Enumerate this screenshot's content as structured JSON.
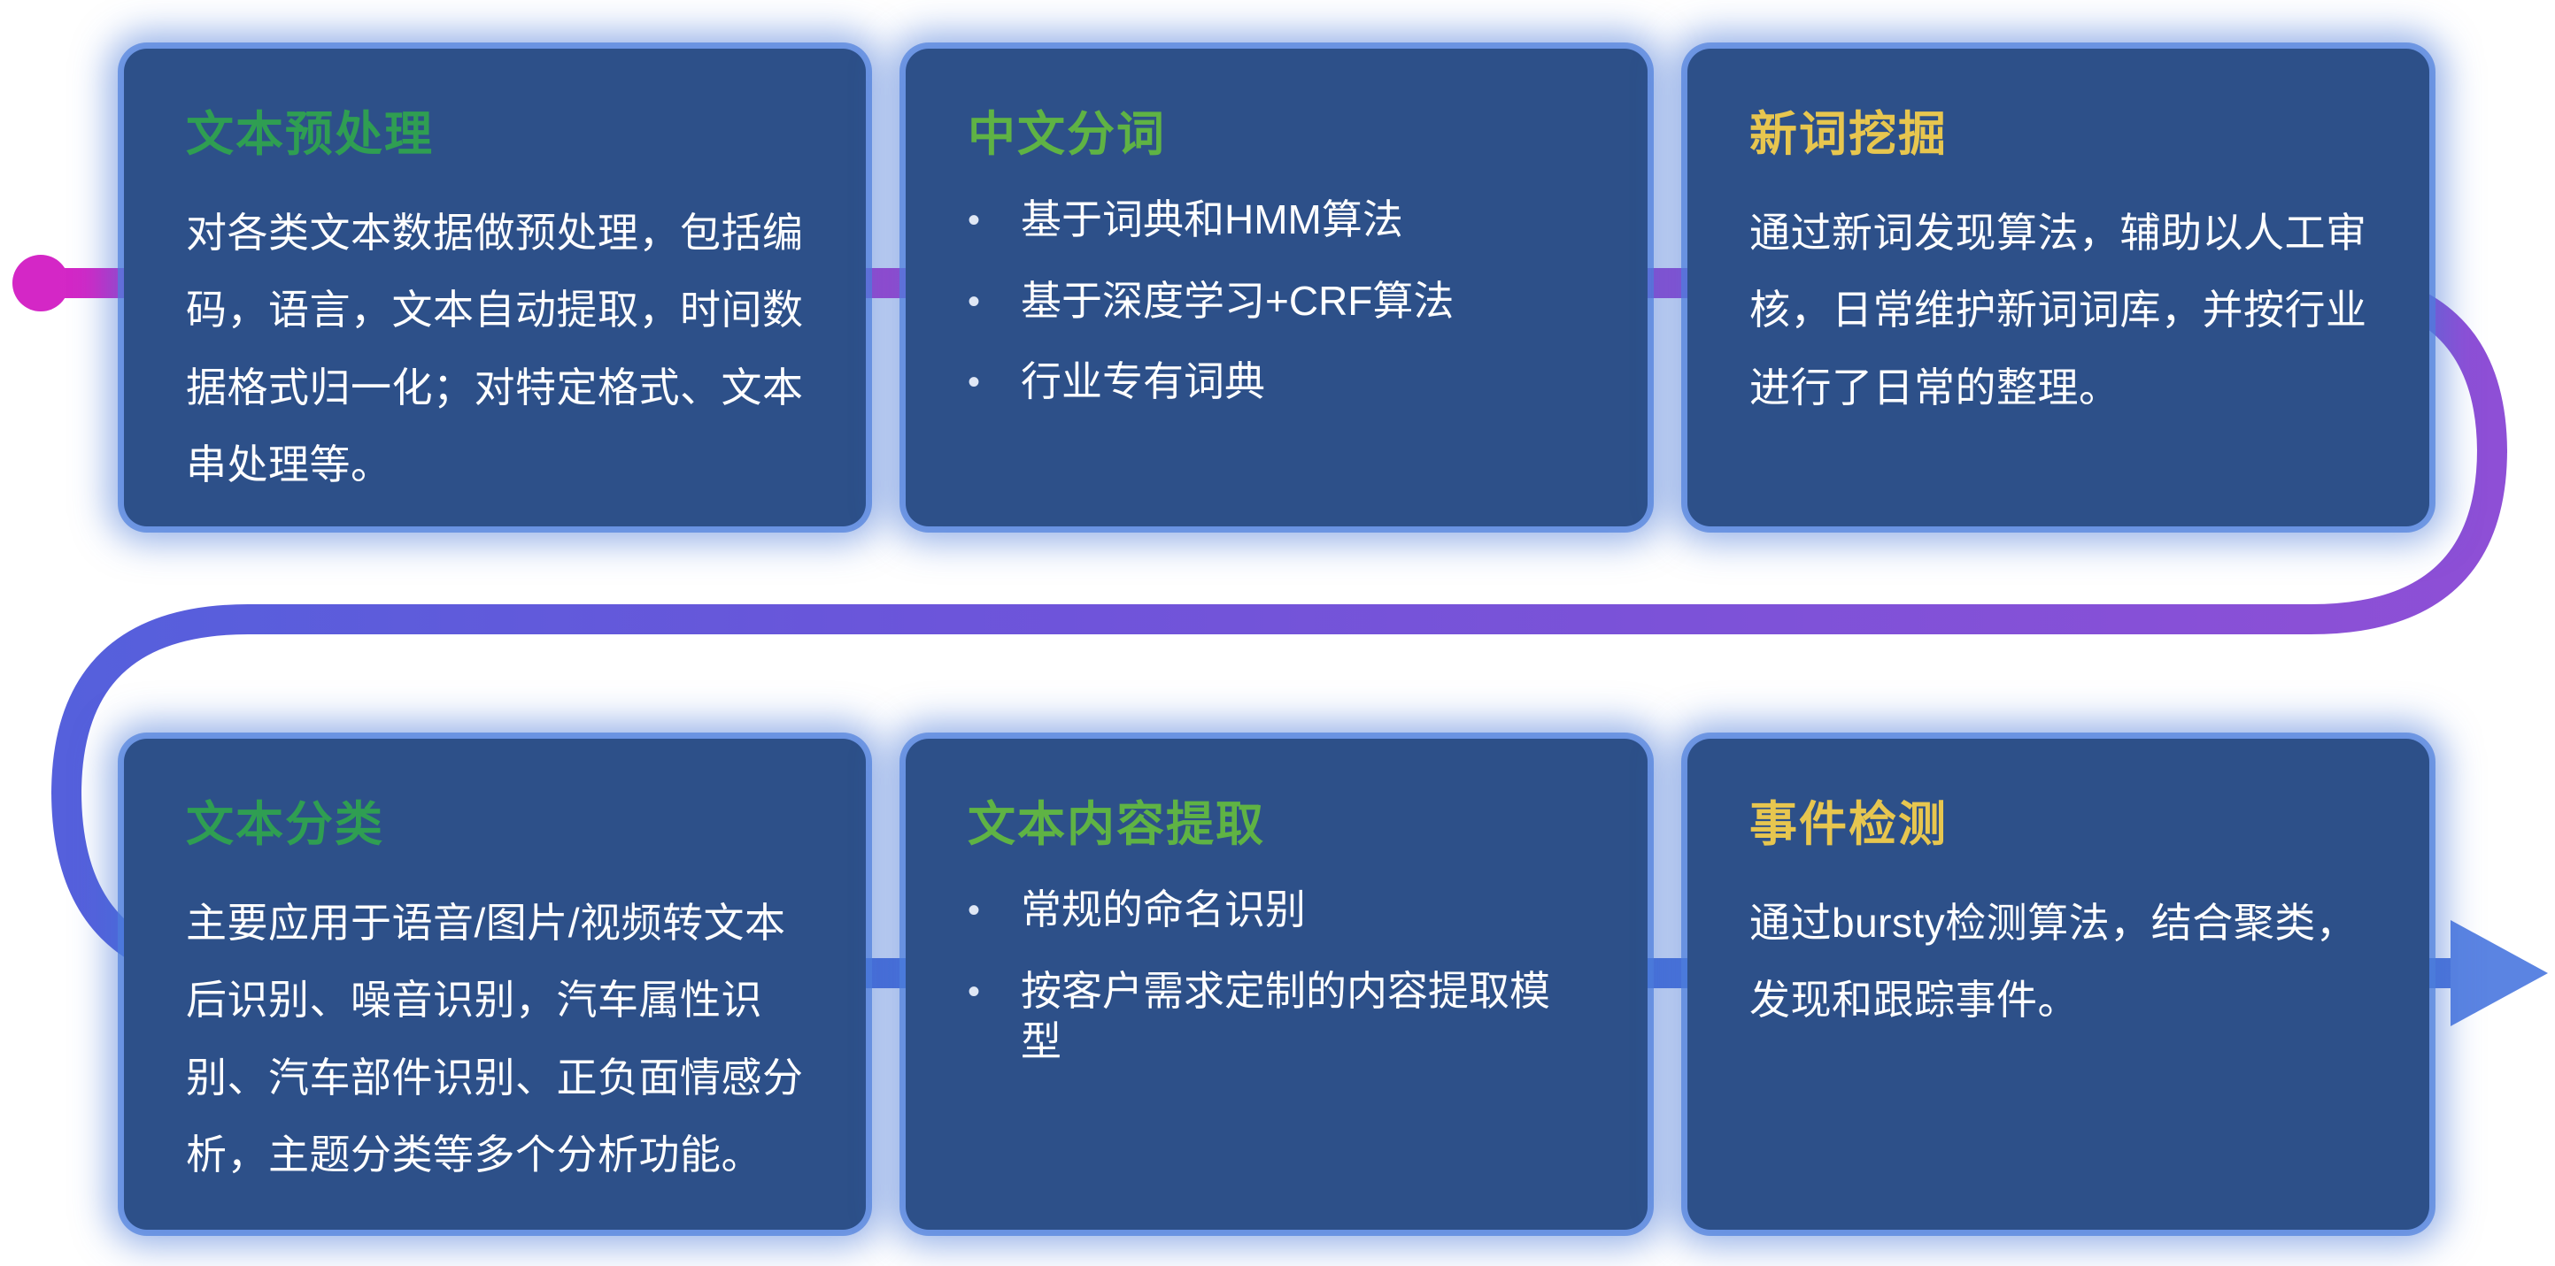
{
  "diagram_title": "NLP text processing pipeline",
  "colors": {
    "card_background": "#2d5089",
    "card_glow": "#4d7fdd",
    "line_magenta": "#d427c6",
    "line_purple": "#8e4fd6",
    "line_blue": "#4a6fd8",
    "arrow_blue": "#5b84e2",
    "body_text": "#ffffff",
    "title_green_dark": "#2f9e52",
    "title_green_bright": "#5fb344",
    "title_gold": "#e7c64f"
  },
  "cards": [
    {
      "title": "文本预处理",
      "title_color": "#2f9e52",
      "body": "对各类文本数据做预处理，包括编码，语言，文本自动提取，时间数据格式归一化；对特定格式、文本串处理等。"
    },
    {
      "title": "中文分词",
      "title_color": "#5fb344",
      "bullets": [
        "基于词典和HMM算法",
        "基于深度学习+CRF算法",
        "行业专有词典"
      ]
    },
    {
      "title": "新词挖掘",
      "title_color": "#e7c64f",
      "body": "通过新词发现算法，辅助以人工审核，日常维护新词词库，并按行业进行了日常的整理。"
    },
    {
      "title": "文本分类",
      "title_color": "#2f9e52",
      "body": "主要应用于语音/图片/视频转文本后识别、噪音识别，汽车属性识别、汽车部件识别、正负面情感分析，主题分类等多个分析功能。"
    },
    {
      "title": "文本内容提取",
      "title_color": "#5fb344",
      "bullets": [
        "常规的命名识别",
        "按客户需求定制的内容提取模型"
      ]
    },
    {
      "title": "事件检测",
      "title_color": "#e7c64f",
      "body": "通过bursty检测算法，结合聚类，发现和跟踪事件。"
    }
  ]
}
